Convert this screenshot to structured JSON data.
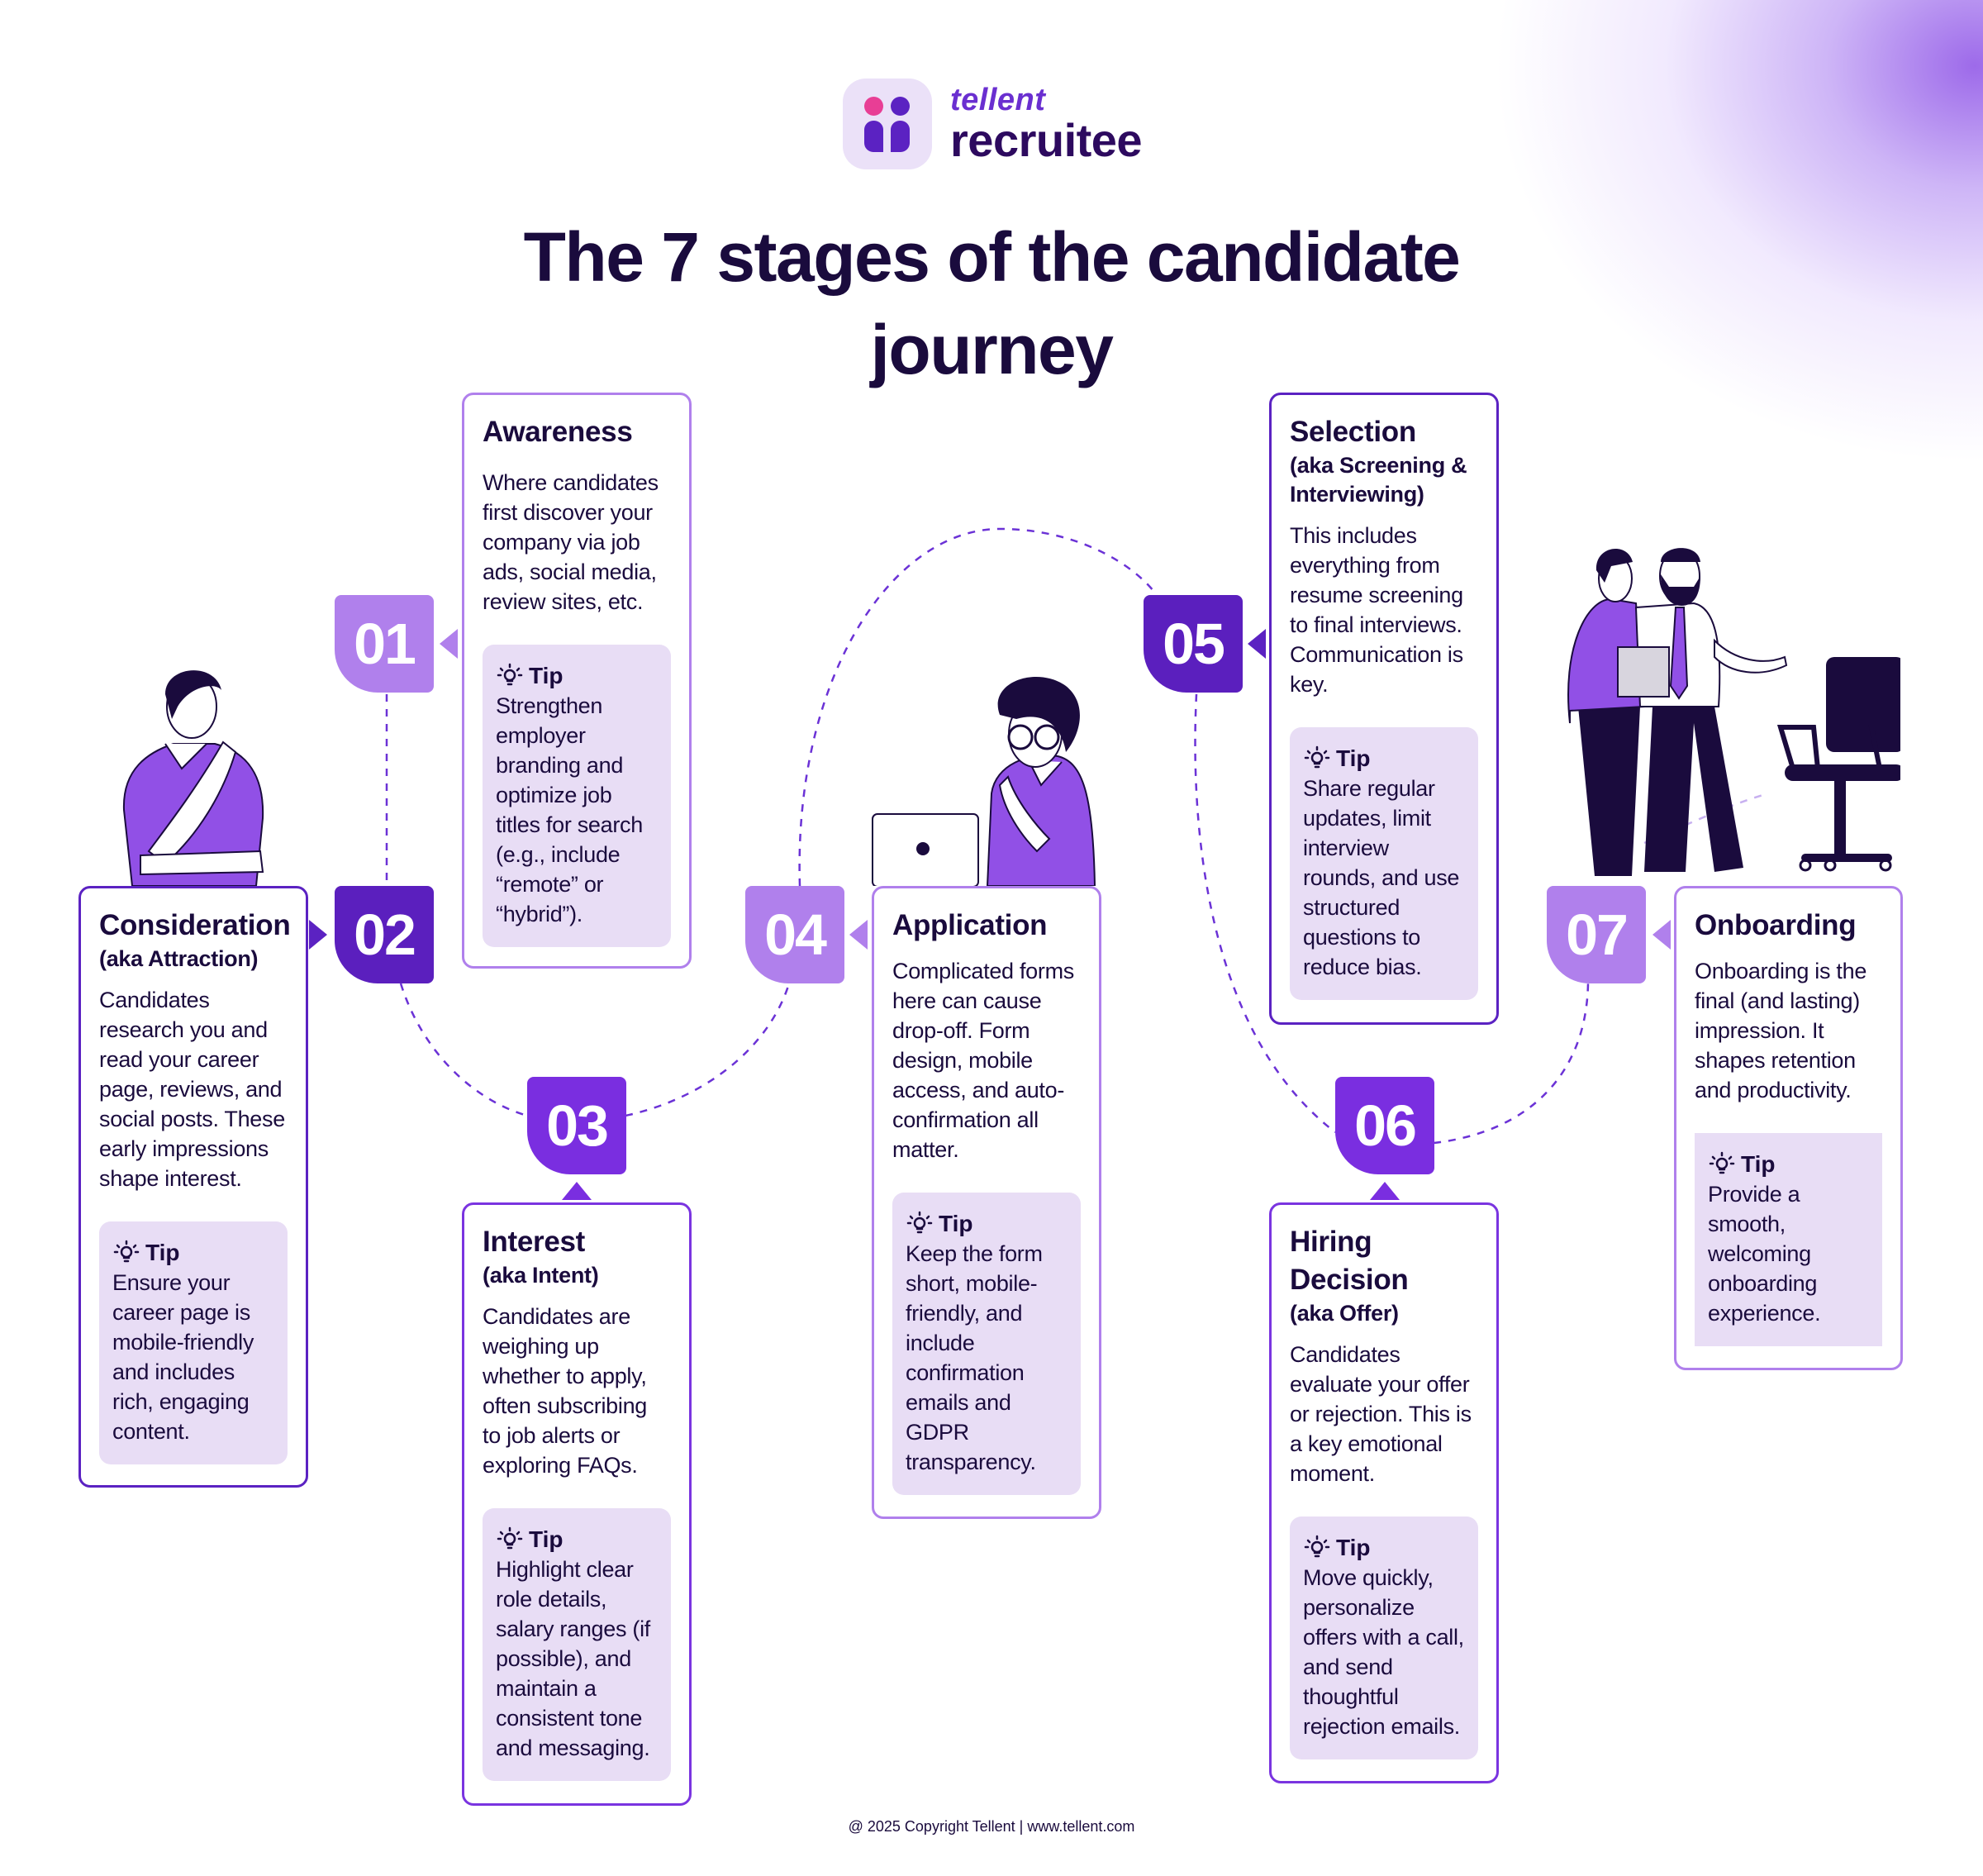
{
  "logo": {
    "brand": "tellent",
    "product": "recruitee",
    "colors": {
      "pink": "#e83e95",
      "purple": "#5b22c2",
      "tile": "#ebe1f8"
    }
  },
  "title": {
    "line1": "The 7 stages of the candidate",
    "line2": "journey"
  },
  "tip_label": "Tip",
  "colors": {
    "light_purple": "#b080ec",
    "dark_purple": "#5b1fbe",
    "mid_purple": "#7a2ee0",
    "tip_bg": "#e8ddf5",
    "text": "#1a0b3d"
  },
  "stages": [
    {
      "number": "01",
      "title": "Awareness",
      "aka": "",
      "description": "Where candidates first discover your company via job ads, social media, review sites, etc.",
      "tip": "Strengthen employer branding and optimize job titles for search (e.g., include “remote” or “hybrid”)."
    },
    {
      "number": "02",
      "title": "Consideration",
      "aka": "(aka Attraction)",
      "description": "Candidates research you and read your career page, reviews, and social posts. These early impressions shape interest.",
      "tip": "Ensure your career page is mobile-friendly and includes rich, engaging content."
    },
    {
      "number": "03",
      "title": "Interest",
      "aka": "(aka Intent)",
      "description": "Candidates are weighing up whether to apply, often subscribing to job alerts or exploring FAQs.",
      "tip": "Highlight clear role details, salary ranges (if possible), and maintain a consistent tone and messaging."
    },
    {
      "number": "04",
      "title": "Application",
      "aka": "",
      "description": "Complicated forms here can cause drop-off. Form design, mobile access, and auto-confirmation all matter.",
      "tip": "Keep the form short, mobile-friendly, and include confirmation emails and GDPR transparency."
    },
    {
      "number": "05",
      "title": "Selection",
      "aka": "(aka Screening & Interviewing)",
      "description": "This includes everything from resume screening to final interviews. Communication is key.",
      "tip": "Share regular updates, limit interview rounds, and use structured questions to reduce bias."
    },
    {
      "number": "06",
      "title": "Hiring Decision",
      "aka": "(aka Offer)",
      "description": "Candidates evaluate your offer or rejection. This is a key emotional moment.",
      "tip": "Move quickly, personalize offers with a call, and send thoughtful rejection emails."
    },
    {
      "number": "07",
      "title": "Onboarding",
      "aka": "",
      "description": "Onboarding is the final (and lasting) impression. It shapes retention and productivity.",
      "tip": "Provide a smooth, welcoming onboarding experience."
    }
  ],
  "footer": "@ 2025 Copyright Tellent | www.tellent.com"
}
